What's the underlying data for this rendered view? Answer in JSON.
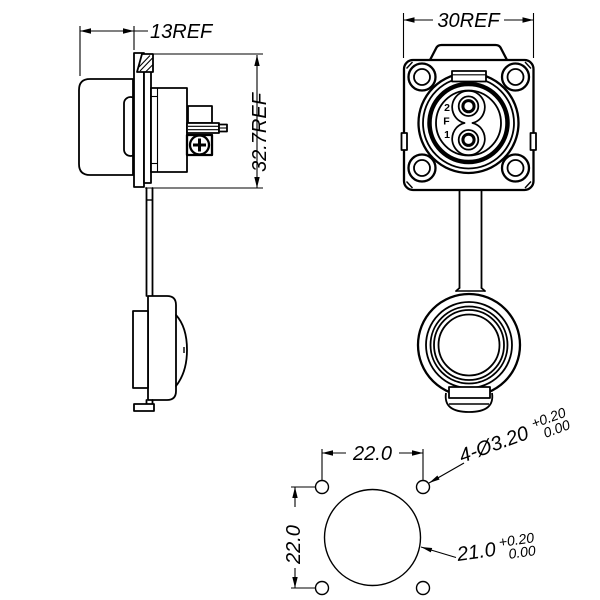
{
  "colors": {
    "line": "#000000",
    "background": "#ffffff"
  },
  "side_view": {
    "width_dim": "13REF",
    "height_dim": "32.7REF"
  },
  "front_view": {
    "width_dim": "30REF",
    "insert_marking_top": "2",
    "insert_marking_middle": "F",
    "insert_marking_bottom": "1"
  },
  "panel_cutout": {
    "horizontal_spacing": "22.0",
    "vertical_spacing": "22.0",
    "mounting_holes_label": "4-Ø3.20",
    "mounting_holes_tol_upper": "+0.20",
    "mounting_holes_tol_lower": "0.00",
    "center_hole_label": "21.0",
    "center_hole_tol_upper": "+0.20",
    "center_hole_tol_lower": "0.00"
  }
}
